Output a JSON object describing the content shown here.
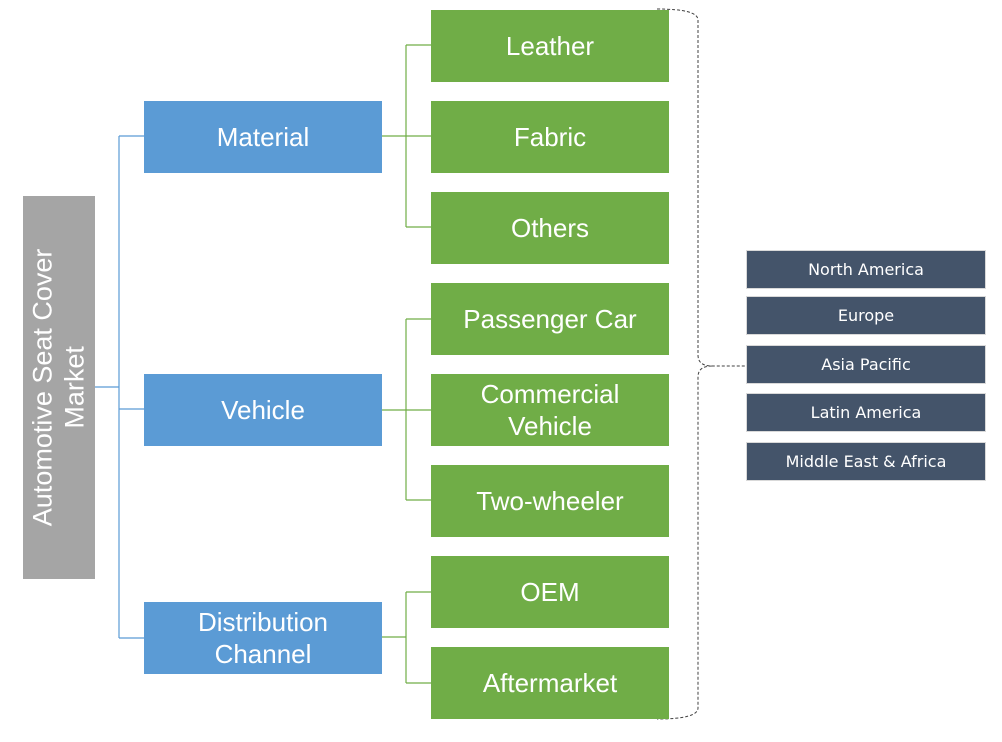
{
  "root": {
    "label": "Automotive Seat Cover Market"
  },
  "categories": [
    {
      "label": "Material",
      "items": [
        "Leather",
        "Fabric",
        "Others"
      ]
    },
    {
      "label": "Vehicle",
      "items": [
        "Passenger Car",
        "Commercial Vehicle",
        "Two-wheeler"
      ]
    },
    {
      "label": "Distribution Channel",
      "items": [
        "OEM",
        "Aftermarket"
      ]
    }
  ],
  "regions": [
    "North America",
    "Europe",
    "Asia Pacific",
    "Latin America",
    "Middle East & Africa"
  ],
  "colors": {
    "root": "#a5a5a5",
    "category": "#5b9bd5",
    "subcategory": "#70ad47",
    "region": "#44546a",
    "connector_blue": "#5b9bd5",
    "connector_green": "#70ad47",
    "bracket": "#404040"
  }
}
